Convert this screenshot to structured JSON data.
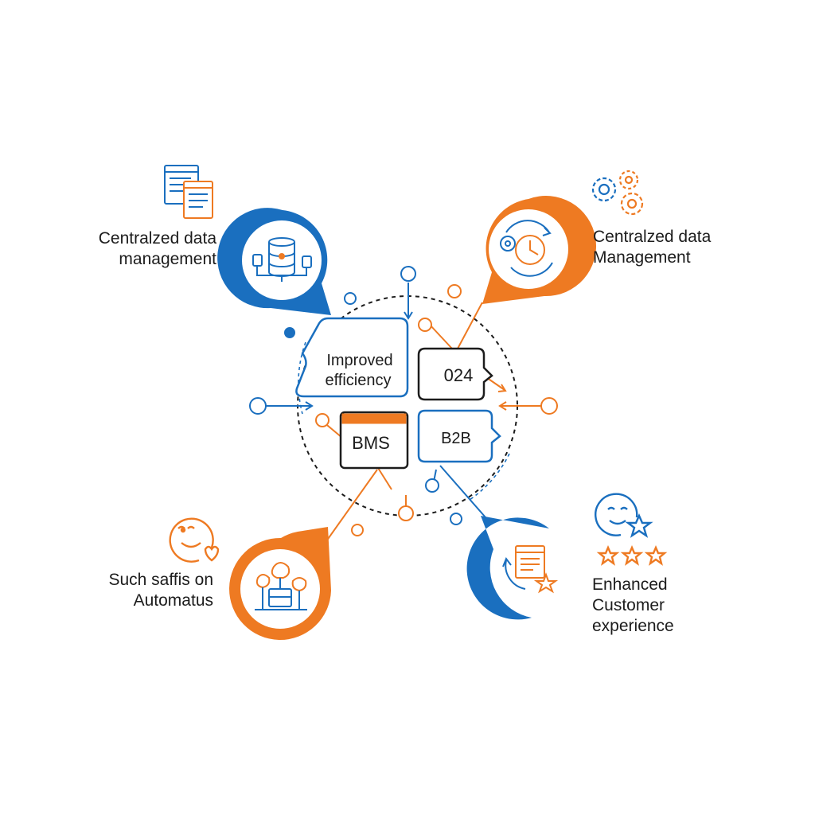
{
  "colors": {
    "blue": "#1a6fbf",
    "orange": "#ee7a22",
    "dark": "#1c1c1c"
  },
  "labels": {
    "top_left": [
      "Centralzed data",
      "management"
    ],
    "top_right": [
      "Centralzed data",
      "Management"
    ],
    "bottom_left": [
      "Such saffis on",
      "Automatus"
    ],
    "bottom_right": [
      "Enhanced",
      "Customer",
      "experience"
    ]
  },
  "center": {
    "improved": [
      "Improved",
      "efficiency"
    ],
    "code": "024",
    "bms": "BMS",
    "b2b": "B2B"
  },
  "icons": {
    "top_left_pin": "database-network-icon",
    "top_right_pin": "gear-clock-cycle-icon",
    "bottom_left_pin": "automation-network-icon",
    "bottom_right_pin": "document-star-cycle-icon",
    "top_left_side": "documents-icon",
    "top_right_side": "gears-icon",
    "bottom_left_side": "smiley-heart-icon",
    "bottom_right_side": "smiley-star-rating-icon"
  }
}
